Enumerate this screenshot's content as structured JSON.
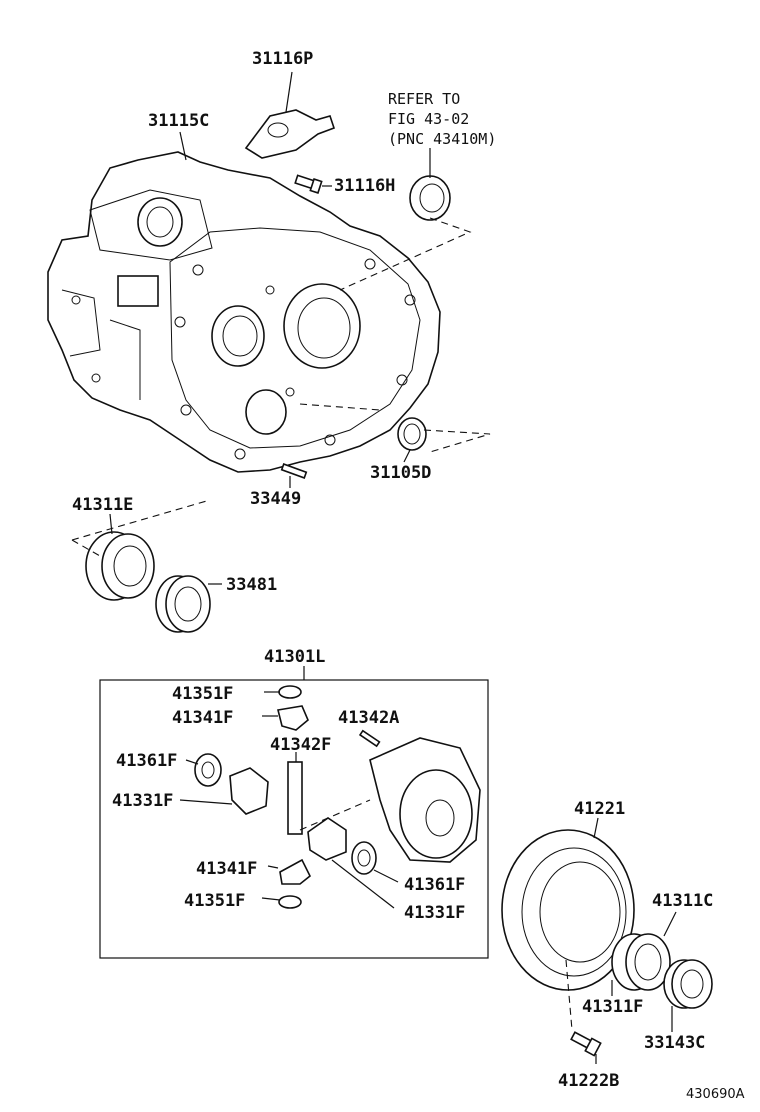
{
  "labels": {
    "p31116P": "31116P",
    "p31115C": "31115C",
    "p31116H": "31116H",
    "p31105D": "31105D",
    "p33449": "33449",
    "p41311E": "41311E",
    "p33481": "33481",
    "p41301L": "41301L",
    "p41351F_a": "41351F",
    "p41341F_a": "41341F",
    "p41342A": "41342A",
    "p41342F": "41342F",
    "p41361F_a": "41361F",
    "p41331F_a": "41331F",
    "p41341F_b": "41341F",
    "p41351F_b": "41351F",
    "p41361F_b": "41361F",
    "p41331F_b": "41331F",
    "p41221": "41221",
    "p41311C": "41311C",
    "p41311F": "41311F",
    "p33143C": "33143C",
    "p41222B": "41222B"
  },
  "refer_note": {
    "line1": "REFER TO",
    "line2": "FIG 43-02",
    "line3": "(PNC 43410M)"
  },
  "figure_code": "430690A"
}
